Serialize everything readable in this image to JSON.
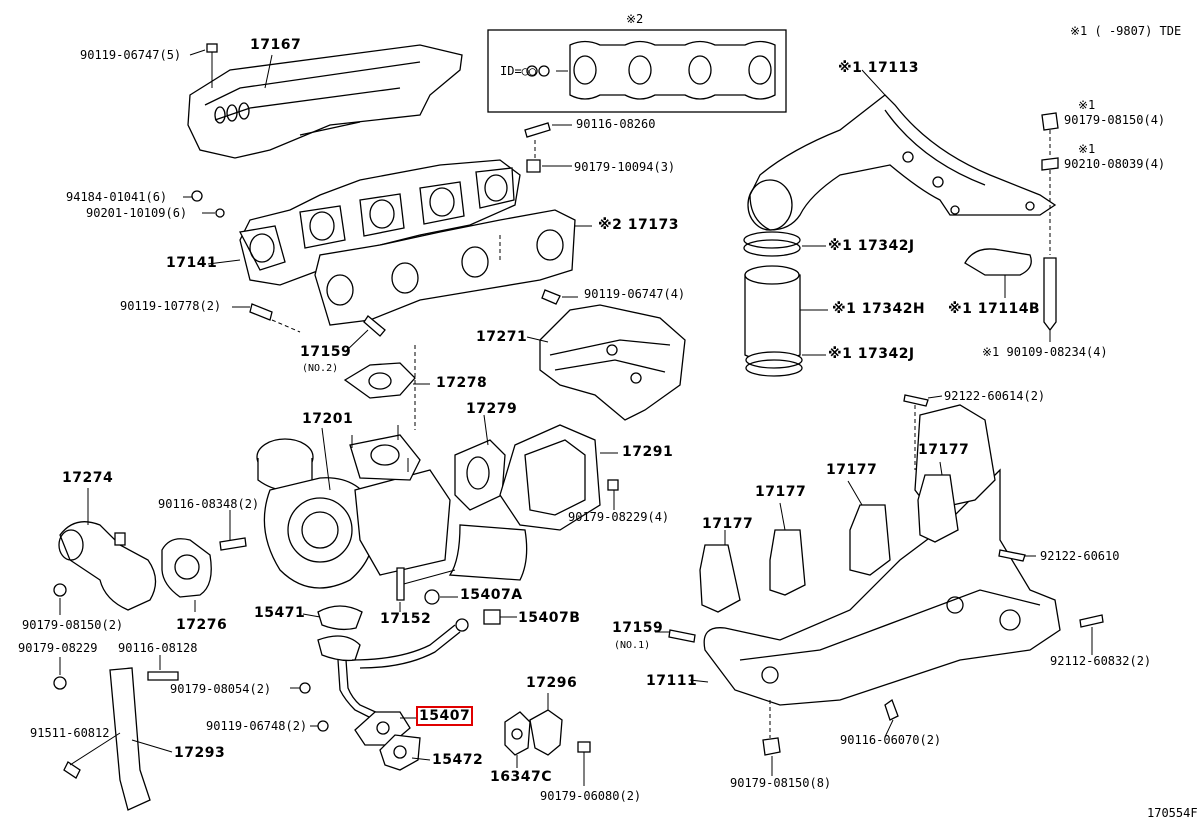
{
  "header": {
    "note": "※1 (   -9807) TDE",
    "diagram_id": "170554F"
  },
  "inset": {
    "mark": "※2",
    "id_label": "ID=○○"
  },
  "callouts": [
    {
      "text": "90119-06747(5)"
    },
    {
      "text": "17167"
    },
    {
      "text": "90116-08260"
    },
    {
      "text": "90179-10094(3)"
    },
    {
      "text": "94184-01041(6)"
    },
    {
      "text": "90201-10109(6)"
    },
    {
      "text": "※2 17173"
    },
    {
      "text": "17141"
    },
    {
      "text": "90119-10778(2)"
    },
    {
      "text": "90119-06747(4)"
    },
    {
      "text": "17271"
    },
    {
      "text": "17159"
    },
    {
      "text": "(NO.2)"
    },
    {
      "text": "17278"
    },
    {
      "text": "17201"
    },
    {
      "text": "17279"
    },
    {
      "text": "17291"
    },
    {
      "text": "17274"
    },
    {
      "text": "90116-08348(2)"
    },
    {
      "text": "90179-08229(4)"
    },
    {
      "text": "90179-08150(2)"
    },
    {
      "text": "17276"
    },
    {
      "text": "15471"
    },
    {
      "text": "17152"
    },
    {
      "text": "15407A"
    },
    {
      "text": "15407B"
    },
    {
      "text": "90179-08229"
    },
    {
      "text": "90116-08128"
    },
    {
      "text": "90179-08054(2)"
    },
    {
      "text": "17296"
    },
    {
      "text": "90119-06748(2)"
    },
    {
      "text": "15407"
    },
    {
      "text": "91511-60812"
    },
    {
      "text": "17293"
    },
    {
      "text": "15472"
    },
    {
      "text": "16347C"
    },
    {
      "text": "90179-06080(2)"
    },
    {
      "text": "※1 17113"
    },
    {
      "text": "※1"
    },
    {
      "text": "90179-08150(4)"
    },
    {
      "text": "※1"
    },
    {
      "text": "90210-08039(4)"
    },
    {
      "text": "※1 17342J"
    },
    {
      "text": "※1 17342H"
    },
    {
      "text": "※1 17114B"
    },
    {
      "text": "※1 17342J"
    },
    {
      "text": "※1 90109-08234(4)"
    },
    {
      "text": "92122-60614(2)"
    },
    {
      "text": "17177"
    },
    {
      "text": "17177"
    },
    {
      "text": "17177"
    },
    {
      "text": "17177"
    },
    {
      "text": "92122-60610"
    },
    {
      "text": "17159"
    },
    {
      "text": "(NO.1)"
    },
    {
      "text": "17111"
    },
    {
      "text": "92112-60832(2)"
    },
    {
      "text": "90116-06070(2)"
    },
    {
      "text": "90179-08150(8)"
    }
  ]
}
